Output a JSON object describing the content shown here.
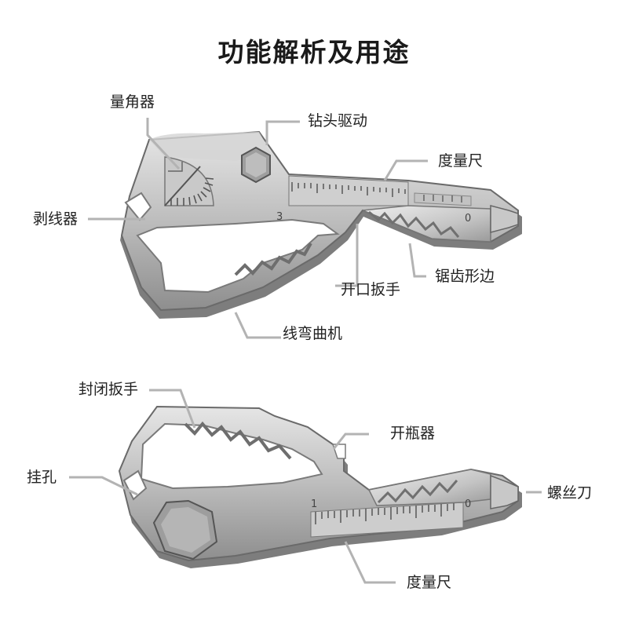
{
  "title": "功能解析及用途",
  "tool_top": {
    "labels": {
      "protractor": "量角器",
      "hex_drive": "钻头驱动",
      "ruler": "度量尺",
      "wire_stripper": "剥线器",
      "serrated_edge": "锯齿形边",
      "open_wrench": "开口扳手",
      "wire_bender": "线弯曲机"
    },
    "ruler_marks": [
      "3",
      "0"
    ]
  },
  "tool_bottom": {
    "labels": {
      "box_wrench": "封闭扳手",
      "bottle_opener": "开瓶器",
      "hanging_hole": "挂孔",
      "screwdriver": "螺丝刀",
      "ruler": "度量尺"
    },
    "ruler_marks": [
      "1",
      "0"
    ]
  },
  "colors": {
    "metal_light": "#d9d9d9",
    "metal_mid": "#a8a8a8",
    "metal_dark": "#6e6e6e",
    "leader_line": "#b0b0b0",
    "text": "#222222"
  }
}
